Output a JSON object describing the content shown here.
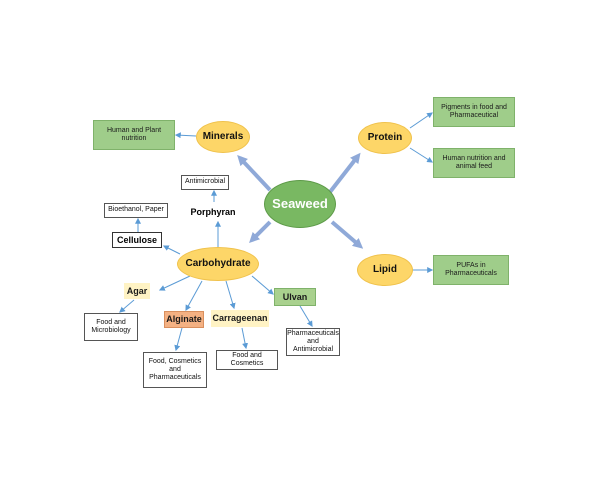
{
  "nodes": {
    "seaweed": "Seaweed",
    "minerals": "Minerals",
    "protein": "Protein",
    "lipid": "Lipid",
    "carbohydrate": "Carbohydrate",
    "porphyran": "Porphyran",
    "cellulose": "Cellulose",
    "agar": "Agar",
    "alginate": "Alginate",
    "carrageenan": "Carrageenan",
    "ulvan": "Ulvan"
  },
  "uses": {
    "minerals": "Human and Plant nutrition",
    "protein_pigments": "Pigments in food and Pharmaceutical",
    "protein_nutrition": "Human nutrition and animal feed",
    "lipid": "PUFAs in Pharmaceuticals",
    "porphyran": "Antimicrobial",
    "cellulose": "Bioethanol,  Paper",
    "agar": "Food and Microbiology",
    "alginate": "Food, Cosmetics and Pharmaceuticals",
    "carrageenan": "Food and Cosmetics",
    "ulvan": "Pharmaceuticals and Antimicrobial"
  },
  "colors": {
    "center": "#79b862",
    "ellipse": "#fdd668",
    "use_box": "#9fcd8a",
    "thick_arrow": "#8fa9d8",
    "thin_arrow": "#5b9bd5",
    "alginate_tag": "#f4b183",
    "ulvan_tag": "#a9d18e"
  }
}
